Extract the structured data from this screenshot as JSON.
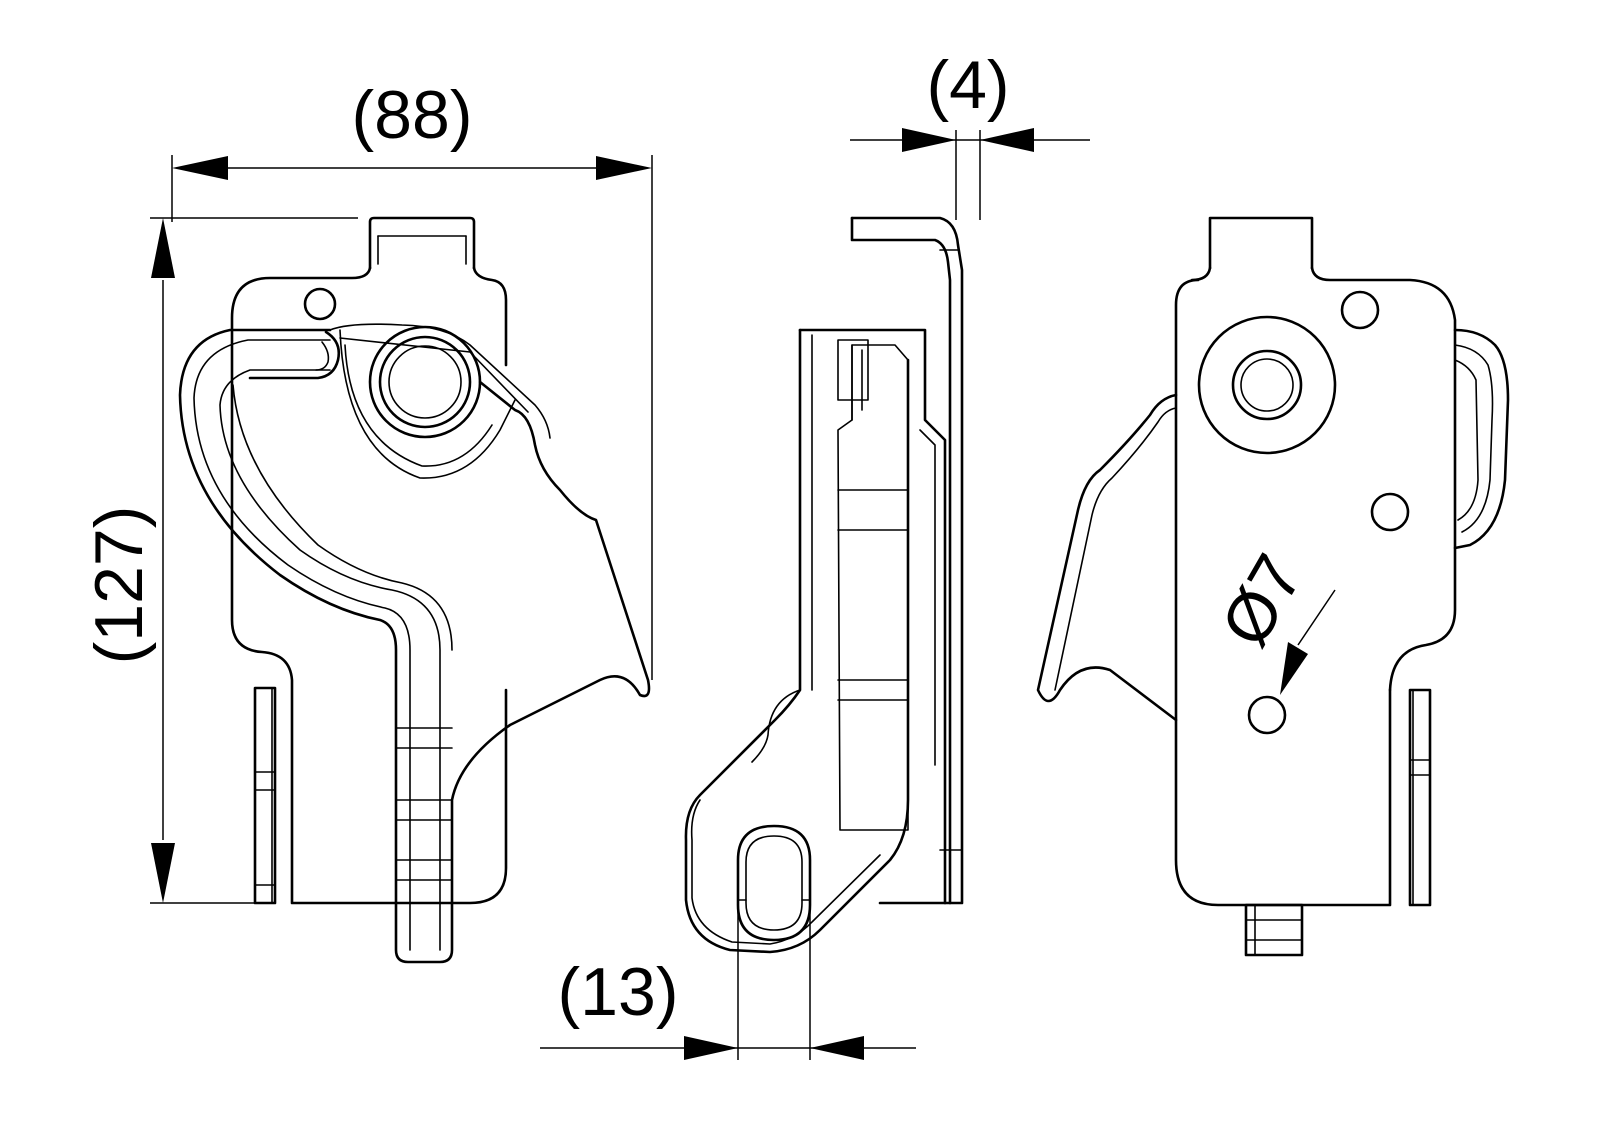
{
  "dimensions": {
    "width_label": "(88)",
    "height_label": "(127)",
    "thickness_label": "(4)",
    "slot_label": "(13)",
    "hole_label": "Ø7"
  },
  "colors": {
    "line": "#000000",
    "background": "#ffffff"
  }
}
